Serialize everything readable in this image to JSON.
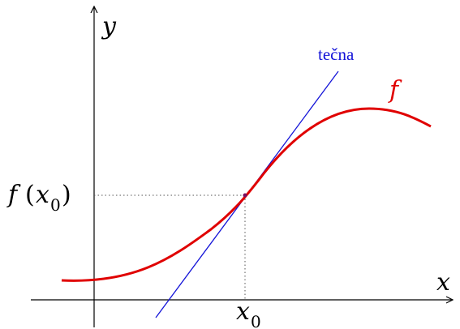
{
  "labels": {
    "y_axis": "y",
    "x_axis": "x",
    "function_name": "f",
    "tangent": "tečna",
    "x0_base": "x",
    "x0_sub": "0",
    "fx0_f": "f",
    "fx0_open": "(",
    "fx0_x": "x",
    "fx0_sub": "0",
    "fx0_close": ")"
  },
  "colors": {
    "axes": "#000000",
    "curve": "#e00000",
    "tangent": "#1414d8",
    "guides": "#555555",
    "tangent_label": "#1414d8",
    "function_label": "#e00000"
  }
}
